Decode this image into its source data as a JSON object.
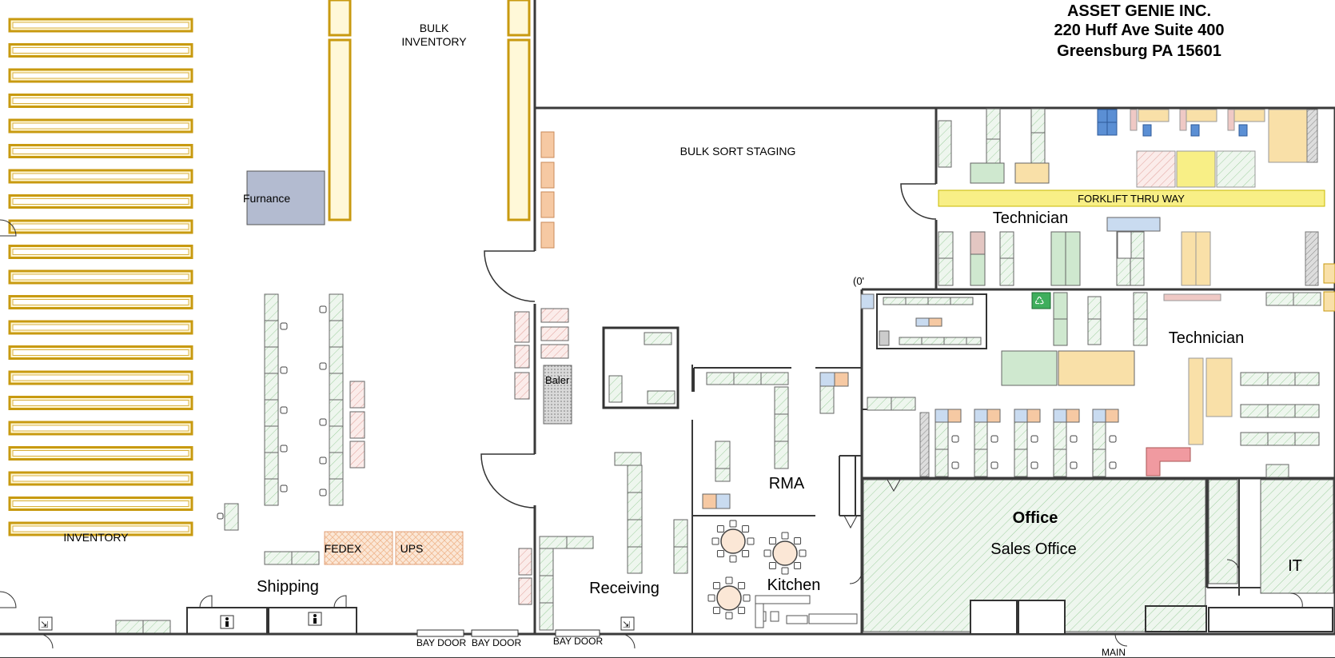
{
  "company": {
    "name": "ASSET GENIE INC.",
    "address_line1": "220 Huff Ave Suite 400",
    "address_line2": "Greensburg PA 15601"
  },
  "labels": {
    "bulk_inventory_1": "BULK",
    "bulk_inventory_2": "INVENTORY",
    "bulk_sort_staging": "BULK SORT STAGING",
    "forklift": "FORKLIFT THRU WAY",
    "technician": "Technician",
    "furnace": "Furnance",
    "inventory": "INVENTORY",
    "baler": "Baler",
    "fedex": "FEDEX",
    "ups": "UPS",
    "shipping": "Shipping",
    "receiving": "Receiving",
    "rma": "RMA",
    "kitchen": "Kitchen",
    "office": "Office",
    "sales_office": "Sales Office",
    "it": "IT",
    "bay_door": "BAY DOOR",
    "main": "MAIN",
    "origin_marker": "(0'"
  },
  "colors": {
    "wall": "#3a3a3a",
    "rack": "#d4a010",
    "desk_green": "#cfe8cf",
    "desk_hatch": "#e8f3e8",
    "orange": "#f6c9a3",
    "pink": "#efc9c5",
    "yellow": "#f8ef86",
    "beige": "#f9e0a8",
    "blue": "#5b8fd4",
    "light_blue": "#c9dbf0",
    "gray": "#b3bbd0",
    "red": "#f09aa0"
  }
}
